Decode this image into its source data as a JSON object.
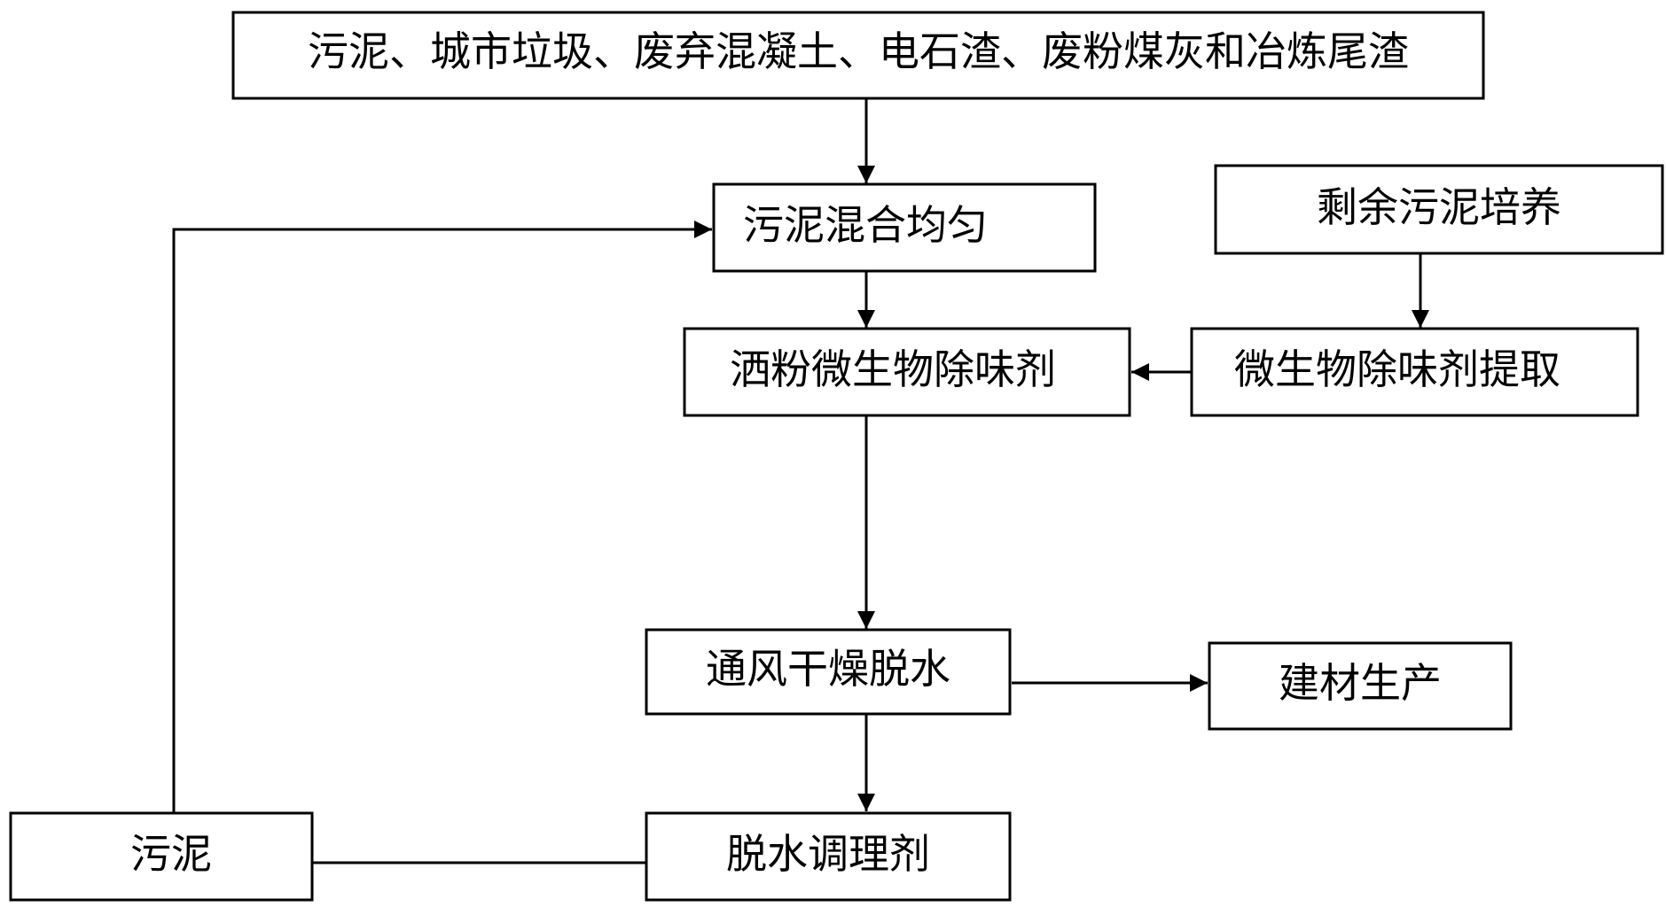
{
  "diagram": {
    "nodes": {
      "raw_materials": "污泥、城市垃圾、废弃混凝土、电石渣、废粉煤灰和冶炼尾渣",
      "sludge_mixing": "污泥混合均匀",
      "excess_sludge_culture": "剩余污泥培养",
      "spray_deodorant": "洒粉微生物除味剂",
      "deodorant_extraction": "微生物除味剂提取",
      "ventilation_drying": "通风干燥脱水",
      "building_material_production": "建材生产",
      "sludge": "污泥",
      "dewatering_conditioner": "脱水调理剂"
    },
    "edges": [
      {
        "from": "raw_materials",
        "to": "sludge_mixing"
      },
      {
        "from": "sludge_mixing",
        "to": "spray_deodorant"
      },
      {
        "from": "excess_sludge_culture",
        "to": "deodorant_extraction"
      },
      {
        "from": "deodorant_extraction",
        "to": "spray_deodorant"
      },
      {
        "from": "spray_deodorant",
        "to": "ventilation_drying"
      },
      {
        "from": "ventilation_drying",
        "to": "building_material_production"
      },
      {
        "from": "ventilation_drying",
        "to": "dewatering_conditioner"
      },
      {
        "from": "dewatering_conditioner",
        "to": "sludge"
      },
      {
        "from": "sludge",
        "to": "sludge_mixing"
      }
    ]
  }
}
